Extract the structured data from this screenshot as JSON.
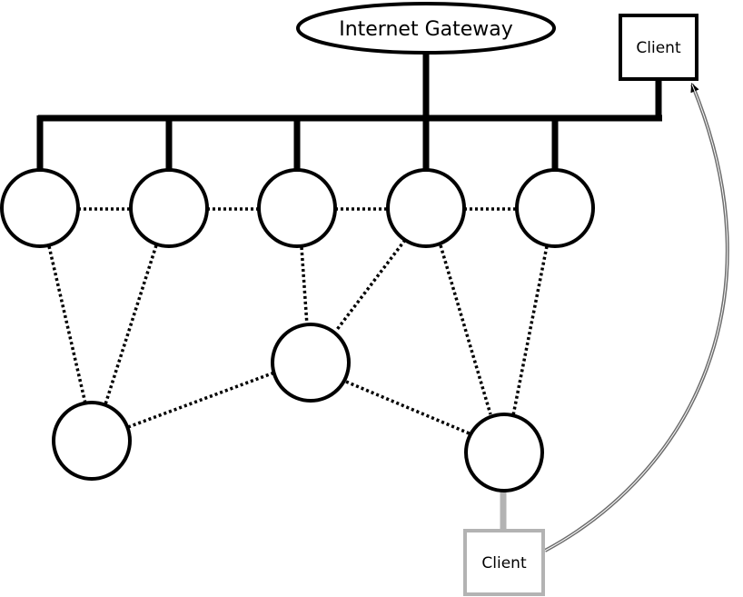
{
  "gateway": {
    "label": "Internet Gateway"
  },
  "clients": [
    {
      "label": "Client",
      "style": "wired"
    },
    {
      "label": "Client",
      "style": "roaming"
    }
  ],
  "colors": {
    "primary": "#000000",
    "muted": "#b3b3b3",
    "roam_arrow": "#6e6e6e",
    "background": "#ffffff"
  }
}
